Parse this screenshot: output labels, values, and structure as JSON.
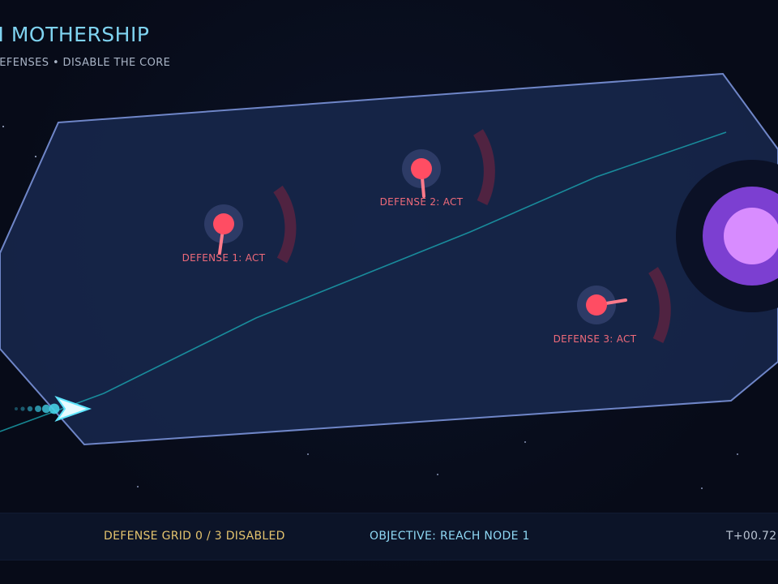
{
  "hud": {
    "title": "ON MOTHERSHIP",
    "subtitle": "ADE DEFENSES • DISABLE THE CORE"
  },
  "defenses": [
    {
      "id": 1,
      "label": "DEFENSE 1: ACT"
    },
    {
      "id": 2,
      "label": "DEFENSE 2: ACT"
    },
    {
      "id": 3,
      "label": "DEFENSE 3: ACT"
    }
  ],
  "status_bar": {
    "defense_grid": "DEFENSE GRID  0 / 3 DISABLED",
    "objective": "OBJECTIVE: REACH NODE 1",
    "timer": "T+00.72"
  },
  "colors": {
    "hull_fill": "#17264a",
    "hull_stroke": "#6f86c8",
    "path": "#1aa5b0",
    "turret": "#ff4d63",
    "core_outer": "#7c3fd1",
    "core_inner": "#d88cff",
    "ship": "#e6fbff",
    "title": "#7fd3f0",
    "defense_text": "#e5c46e",
    "objective_text": "#8fd8f4"
  },
  "icons": {
    "player": "arrowhead-ship-icon",
    "turret": "turret-icon",
    "core": "mothership-core-icon"
  }
}
